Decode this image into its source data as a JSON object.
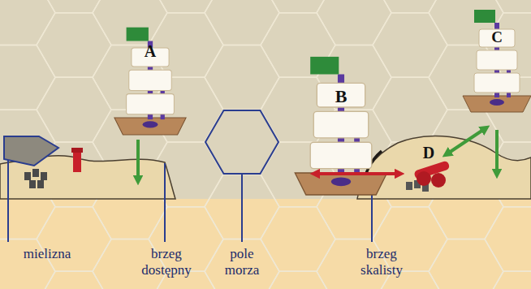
{
  "diagram": {
    "labels": [
      "A",
      "B",
      "C",
      "D",
      "mielizna",
      "brzeg dostępny",
      "pole morza",
      "brzeg skalisty"
    ]
  }
}
